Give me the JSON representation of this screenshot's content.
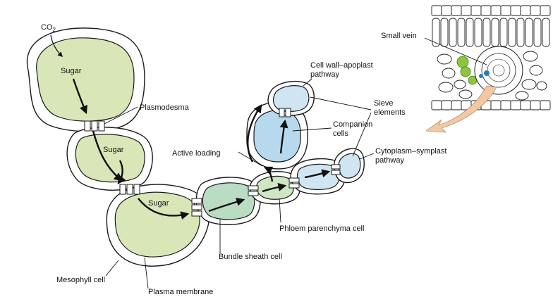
{
  "labels": {
    "co2": "CO",
    "co2_sub": "2",
    "sugar_1": "Sugar",
    "sugar_2": "Sugar",
    "sugar_3": "Sugar",
    "plasmodesma": "Plasmodesma",
    "small_vein": "Small vein",
    "cell_wall_line1": "Cell wall–apoplast",
    "cell_wall_line2": "pathway",
    "sieve_line1": "Sieve",
    "sieve_line2": "elements",
    "companion_line1": "Companion",
    "companion_line2": "cells",
    "active_loading": "Active loading",
    "cyto_line1": "Cytoplasm–symplast",
    "cyto_line2": "pathway",
    "phloem_parenchyma": "Phloem parenchyma cell",
    "bundle_sheath": "Bundle sheath cell",
    "mesophyll": "Mesophyll cell",
    "plasma_membrane": "Plasma membrane"
  },
  "colors": {
    "mesophyll_cytoplasm": "#d9e6b8",
    "bundle_sheath_cytoplasm": "#b9dcc3",
    "sieve_element_cytoplasm": "#cfe6f2",
    "companion_cell_cytoplasm": "#b6d9ee",
    "chloroplast": "#8cc63f",
    "inset_arrow": "#f2c9a0"
  }
}
